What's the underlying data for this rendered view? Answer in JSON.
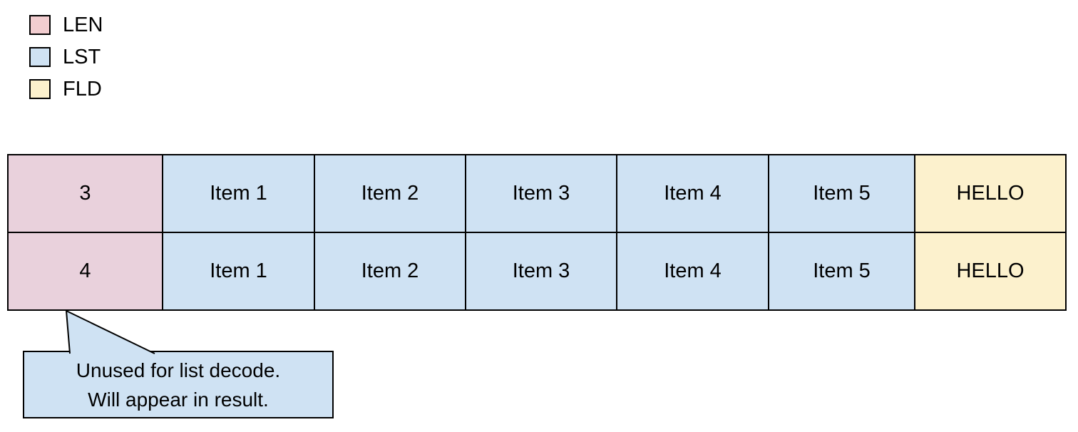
{
  "legend": {
    "items": [
      {
        "label": "LEN",
        "color": "#f2cdd0"
      },
      {
        "label": "LST",
        "color": "#cfe2f3"
      },
      {
        "label": "FLD",
        "color": "#fcf1cd"
      }
    ]
  },
  "table": {
    "rows": [
      {
        "len": "3",
        "items": [
          "Item 1",
          "Item 2",
          "Item 3",
          "Item 4",
          "Item 5"
        ],
        "field": "HELLO"
      },
      {
        "len": "4",
        "items": [
          "Item 1",
          "Item 2",
          "Item 3",
          "Item 4",
          "Item 5"
        ],
        "field": "HELLO"
      }
    ]
  },
  "callout": {
    "lines": [
      "Unused for list decode.",
      "Will appear in result."
    ]
  },
  "colors": {
    "len_cell": "#e9d1dc",
    "lst_cell": "#cfe2f3",
    "fld_cell": "#fcf1cd",
    "callout_fill": "#cfe2f3",
    "border": "#000000"
  }
}
